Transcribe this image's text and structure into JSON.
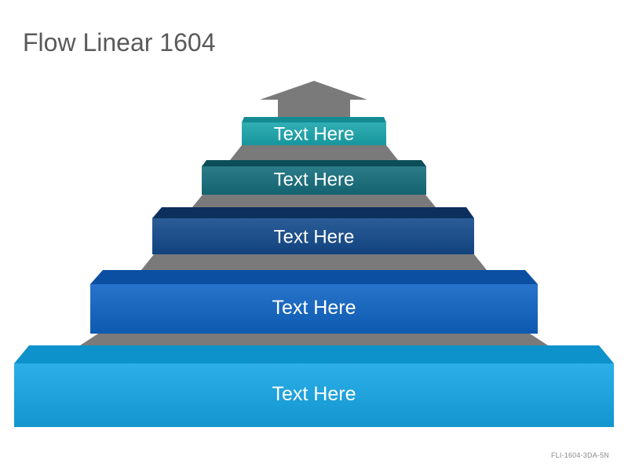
{
  "title": "Flow Linear 1604",
  "footer_code": "FLI-1604-3DA-5N",
  "colors": {
    "connector": "#7a7a7a",
    "arrow": "#7a7a7a",
    "label": "#ffffff"
  },
  "steps": [
    {
      "label": "Text Here",
      "front": "#15a6e6",
      "top": "#0e92cc"
    },
    {
      "label": "Text Here",
      "front": "#0f64c4",
      "top": "#0b4fa2"
    },
    {
      "label": "Text Here",
      "front": "#134a8c",
      "top": "#0c2f5e"
    },
    {
      "label": "Text Here",
      "front": "#156d7c",
      "top": "#0c4d59"
    },
    {
      "label": "Text Here",
      "front": "#1aa6ad",
      "top": "#128b93"
    }
  ]
}
